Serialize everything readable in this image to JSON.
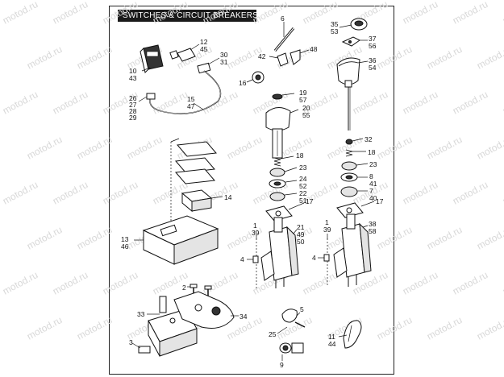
{
  "title": "SWITCHES  & CIRCUIT BREAKERS",
  "watermark": "motod.ru",
  "colors": {
    "ink": "#111111",
    "title_bg": "#1a1a1a",
    "title_fg": "#ffffff",
    "watermark": "#d8d8d8"
  },
  "callouts": {
    "c6": "6",
    "c35": "35",
    "c53": "53",
    "c37": "37",
    "c56": "56",
    "c36": "36",
    "c54": "54",
    "c12": "12",
    "c45": "45",
    "c30": "30",
    "c31": "31",
    "c10": "10",
    "c43": "43",
    "c42": "42",
    "c48": "48",
    "c16": "16",
    "c19": "19",
    "c57": "57",
    "c20": "20",
    "c55": "55",
    "c15": "15",
    "c47": "47",
    "c26": "26",
    "c27": "27",
    "c28": "28",
    "c29": "29",
    "c32": "32",
    "c18a": "18",
    "c23a": "23",
    "c24": "24",
    "c52": "52",
    "c22": "22",
    "c51": "51",
    "c17a": "17",
    "c18b": "18",
    "c23b": "23",
    "c8": "8",
    "c41": "41",
    "c7": "7",
    "c40": "40",
    "c17b": "17",
    "c14": "14",
    "c13": "13",
    "c46": "46",
    "c1a": "1",
    "c39a": "39",
    "c21": "21",
    "c49": "49",
    "c50": "50",
    "c1b": "1",
    "c39b": "39",
    "c38": "38",
    "c58": "58",
    "c4a": "4",
    "c4b": "4",
    "c2": "2",
    "c33": "33",
    "c34": "34",
    "c5": "5",
    "c25": "25",
    "c3": "3",
    "c9": "9",
    "c11": "11",
    "c44": "44"
  }
}
